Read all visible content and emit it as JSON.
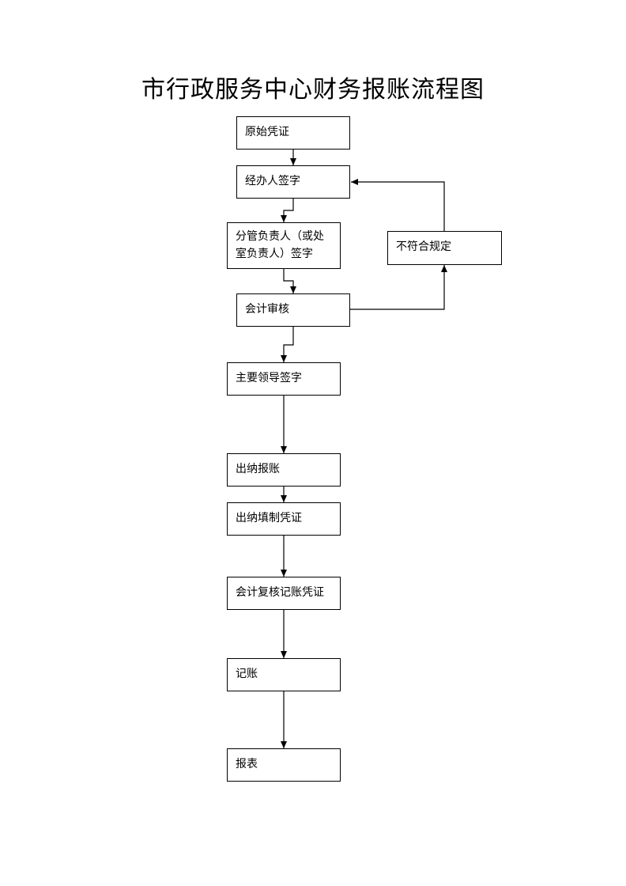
{
  "title": "市行政服务中心财务报账流程图",
  "steps": [
    {
      "id": "original-voucher",
      "label": "原始凭证"
    },
    {
      "id": "handler-sign",
      "label": "经办人签字"
    },
    {
      "id": "supervisor-sign",
      "label": "分管负责人（或处室负责人）签字"
    },
    {
      "id": "accounting-review",
      "label": "会计审核"
    },
    {
      "id": "leader-sign",
      "label": "主要领导签字"
    },
    {
      "id": "cashier-reimburse",
      "label": "出纳报账"
    },
    {
      "id": "cashier-voucher",
      "label": "出纳填制凭证"
    },
    {
      "id": "accountant-recheck",
      "label": "会计复核记账凭证"
    },
    {
      "id": "bookkeeping",
      "label": "记账"
    },
    {
      "id": "report",
      "label": "报表"
    }
  ],
  "reject": {
    "id": "non-compliant",
    "label": "不符合规定"
  },
  "colors": {
    "line": "#000000",
    "box_border": "#000000",
    "background": "#ffffff"
  }
}
